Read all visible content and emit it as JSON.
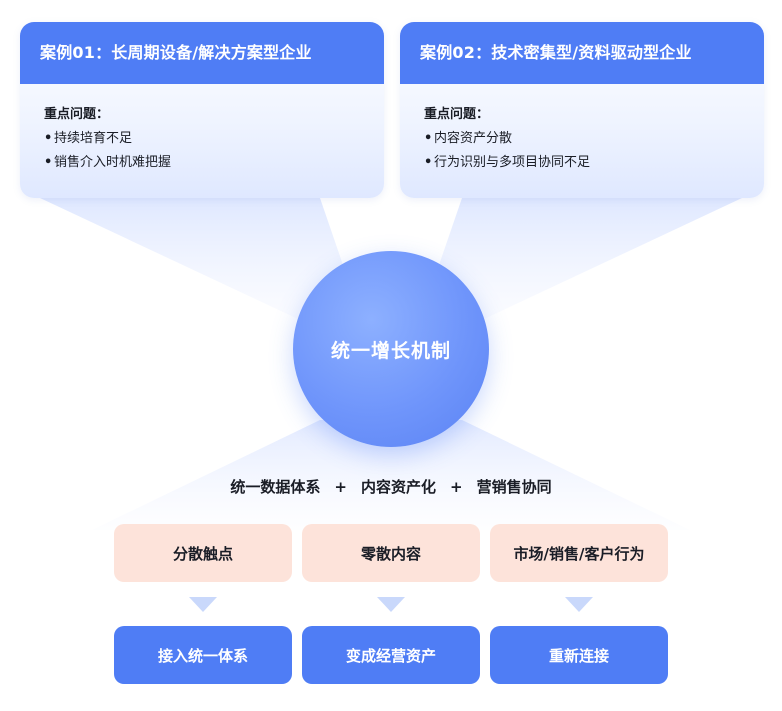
{
  "cases": [
    {
      "title": "案例01：长周期设备/解决方案型企业",
      "issues_title": "重点问题：",
      "issues": [
        "持续培育不足",
        "销售介入时机难把握"
      ]
    },
    {
      "title": "案例02：技术密集型/资料驱动型企业",
      "issues_title": "重点问题：",
      "issues": [
        "内容资产分散",
        "行为识别与多项目协同不足"
      ]
    }
  ],
  "core": {
    "label": "统一增长机制"
  },
  "formula": {
    "parts": [
      "统一数据体系",
      "内容资产化",
      "营销售协同"
    ],
    "plus": "+"
  },
  "pairs": [
    {
      "issue": "分散触点",
      "result": "接入统一体系"
    },
    {
      "issue": "零散内容",
      "result": "变成经营资产"
    },
    {
      "issue": "市场/销售/客户行为",
      "result": "重新连接"
    }
  ],
  "colors": {
    "primary": "#4f7df5",
    "issue_bg": "#fde3da",
    "beam": "#c9d8fb"
  },
  "bullet": "•"
}
